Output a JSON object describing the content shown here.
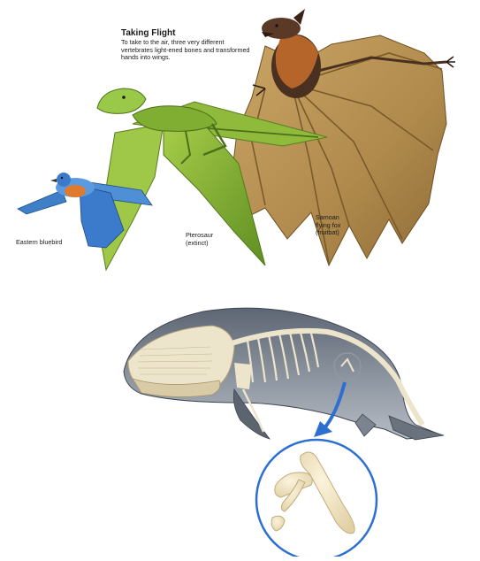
{
  "figure": {
    "title": "Taking Flight",
    "subtitle": "To take to the air, three very different vertebrates light-ened bones and transformed hands into wings."
  },
  "labels": {
    "bluebird": "Eastern bluebird",
    "pterosaur": [
      "Pterosaur",
      "(extinct)"
    ],
    "flying_fox": [
      "Samoan",
      "flying fox",
      "(fruitbat)"
    ]
  }
}
